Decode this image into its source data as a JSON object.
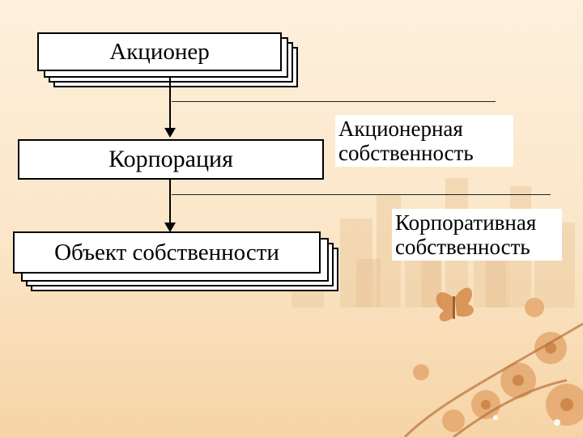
{
  "nodes": {
    "shareholder": "Акционер",
    "corporation": "Корпорация",
    "property_object": "Объект собственности"
  },
  "labels": {
    "shareholder_property": [
      "Акционерная",
      "собственность"
    ],
    "corporate_property": [
      "Корпоративная",
      "собственность"
    ]
  },
  "colors": {
    "background_top": "#fdf0dc",
    "background_bottom": "#f6d4a6",
    "flower": "#e4a56b",
    "box_border": "#000000"
  }
}
